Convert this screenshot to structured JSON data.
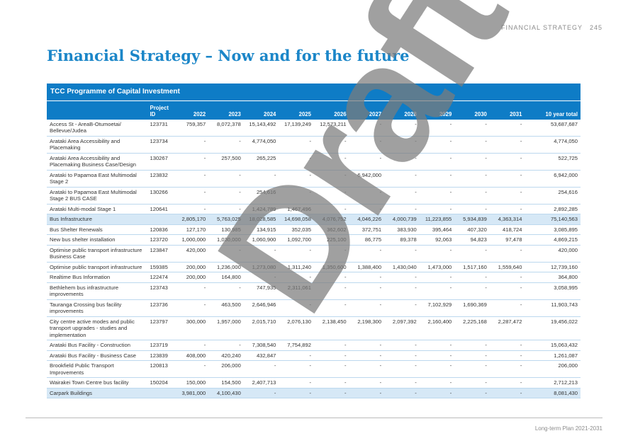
{
  "header": {
    "section": "FINANCIAL STRATEGY",
    "page": "245"
  },
  "title": "Financial Strategy – Now and for the future",
  "table": {
    "title": "TCC Programme of Capital Investment",
    "columns": [
      "",
      "Project ID",
      "2022",
      "2023",
      "2024",
      "2025",
      "2026",
      "2027",
      "2028",
      "2029",
      "2030",
      "2031",
      "10 year total"
    ],
    "rows": [
      {
        "name": "Access St - AreaB-Otumoetai/ Bellevue/Judea",
        "id": "123731",
        "v": [
          "759,357",
          "8,072,378",
          "15,143,492",
          "17,139,249",
          "12,573,211",
          "-",
          "-",
          "-",
          "-",
          "-",
          "53,687,687"
        ]
      },
      {
        "name": "Arataki Area Accessibility and Placemaking",
        "id": "123734",
        "v": [
          "-",
          "-",
          "4,774,050",
          "-",
          "-",
          "-",
          "-",
          "-",
          "-",
          "-",
          "4,774,050"
        ]
      },
      {
        "name": "Arataki Area Accessibility and Placemaking Business Case/Design",
        "id": "130267",
        "v": [
          "-",
          "257,500",
          "265,225",
          "-",
          "-",
          "-",
          "-",
          "-",
          "-",
          "-",
          "522,725"
        ]
      },
      {
        "name": "Arataki to Papamoa East Multimodal Stage 2",
        "id": "123832",
        "v": [
          "-",
          "-",
          "-",
          "-",
          "-",
          "6,942,000",
          "-",
          "-",
          "-",
          "-",
          "6,942,000"
        ]
      },
      {
        "name": "Arataki to Papamoa East Multimodal Stage 2 BUS CASE",
        "id": "130266",
        "v": [
          "-",
          "-",
          "254,616",
          "-",
          "-",
          "-",
          "-",
          "-",
          "-",
          "-",
          "254,616"
        ]
      },
      {
        "name": "Arataki Multi-modal Stage 1",
        "id": "120641",
        "v": [
          "-",
          "-",
          "1,424,789",
          "1,467,496",
          "-",
          "-",
          "-",
          "-",
          "-",
          "-",
          "2,892,285"
        ]
      },
      {
        "name": "Bus Infrastructure",
        "id": "",
        "hl": true,
        "v": [
          "2,805,170",
          "5,763,025",
          "18,028,585",
          "14,698,058",
          "4,076,752",
          "4,046,226",
          "4,000,739",
          "11,223,855",
          "5,934,839",
          "4,363,314",
          "75,140,563"
        ]
      },
      {
        "name": "Bus Shelter Renewals",
        "id": "120836",
        "v": [
          "127,170",
          "130,985",
          "134,915",
          "352,035",
          "362,602",
          "372,751",
          "383,930",
          "395,464",
          "407,320",
          "418,724",
          "3,085,895"
        ]
      },
      {
        "name": "New bus shelter installation",
        "id": "123720",
        "v": [
          "1,000,000",
          "1,030,000",
          "1,060,900",
          "1,092,700",
          "225,100",
          "86,775",
          "89,378",
          "92,063",
          "94,823",
          "97,478",
          "4,869,215"
        ]
      },
      {
        "name": "Optimise public transport infrastructure Business Case",
        "id": "123847",
        "v": [
          "420,000",
          "-",
          "-",
          "-",
          "-",
          "-",
          "-",
          "-",
          "-",
          "-",
          "420,000"
        ]
      },
      {
        "name": "Optimise public transport infrastructure",
        "id": "159385",
        "v": [
          "200,000",
          "1,236,000",
          "1,273,080",
          "1,311,240",
          "1,350,600",
          "1,388,400",
          "1,430,040",
          "1,473,000",
          "1,517,160",
          "1,559,640",
          "12,739,160"
        ]
      },
      {
        "name": "Realtime Bus Information",
        "id": "122474",
        "v": [
          "200,000",
          "164,800",
          "-",
          "-",
          "-",
          "-",
          "-",
          "-",
          "-",
          "-",
          "364,800"
        ]
      },
      {
        "name": "Bethlehem bus infrastructure improvements",
        "id": "123743",
        "v": [
          "-",
          "-",
          "747,935",
          "2,311,061",
          "-",
          "-",
          "-",
          "-",
          "-",
          "-",
          "3,058,995"
        ]
      },
      {
        "name": "Tauranga Crossing bus facility improvements",
        "id": "123736",
        "v": [
          "-",
          "463,500",
          "2,646,946",
          "-",
          "-",
          "-",
          "-",
          "7,102,929",
          "1,690,369",
          "-",
          "11,903,743"
        ]
      },
      {
        "name": "City centre active modes and public transport upgrades - studies and implementation",
        "id": "123797",
        "v": [
          "300,000",
          "1,957,000",
          "2,015,710",
          "2,076,130",
          "2,138,450",
          "2,198,300",
          "2,097,392",
          "2,160,400",
          "2,225,168",
          "2,287,472",
          "19,456,022"
        ]
      },
      {
        "name": "Arataki Bus Facility - Construction",
        "id": "123719",
        "v": [
          "-",
          "-",
          "7,308,540",
          "7,754,892",
          "-",
          "-",
          "-",
          "-",
          "-",
          "-",
          "15,063,432"
        ]
      },
      {
        "name": "Arataki Bus Facility - Business Case",
        "id": "123839",
        "v": [
          "408,000",
          "420,240",
          "432,847",
          "-",
          "-",
          "-",
          "-",
          "-",
          "-",
          "-",
          "1,261,087"
        ]
      },
      {
        "name": "Brookfield Public Transport Improvements",
        "id": "120813",
        "v": [
          "-",
          "206,000",
          "-",
          "-",
          "-",
          "-",
          "-",
          "-",
          "-",
          "-",
          "206,000"
        ]
      },
      {
        "name": "Wairakei Town Centre bus facility",
        "id": "150204",
        "v": [
          "150,000",
          "154,500",
          "2,407,713",
          "-",
          "-",
          "-",
          "-",
          "-",
          "-",
          "-",
          "2,712,213"
        ]
      },
      {
        "name": "Carpark Buildings",
        "id": "",
        "hl": true,
        "v": [
          "3,981,000",
          "4,100,430",
          "-",
          "-",
          "-",
          "-",
          "-",
          "-",
          "-",
          "-",
          "8,081,430"
        ]
      }
    ]
  },
  "watermark": "Draft",
  "footer": "Long-term Plan 2021-2031"
}
